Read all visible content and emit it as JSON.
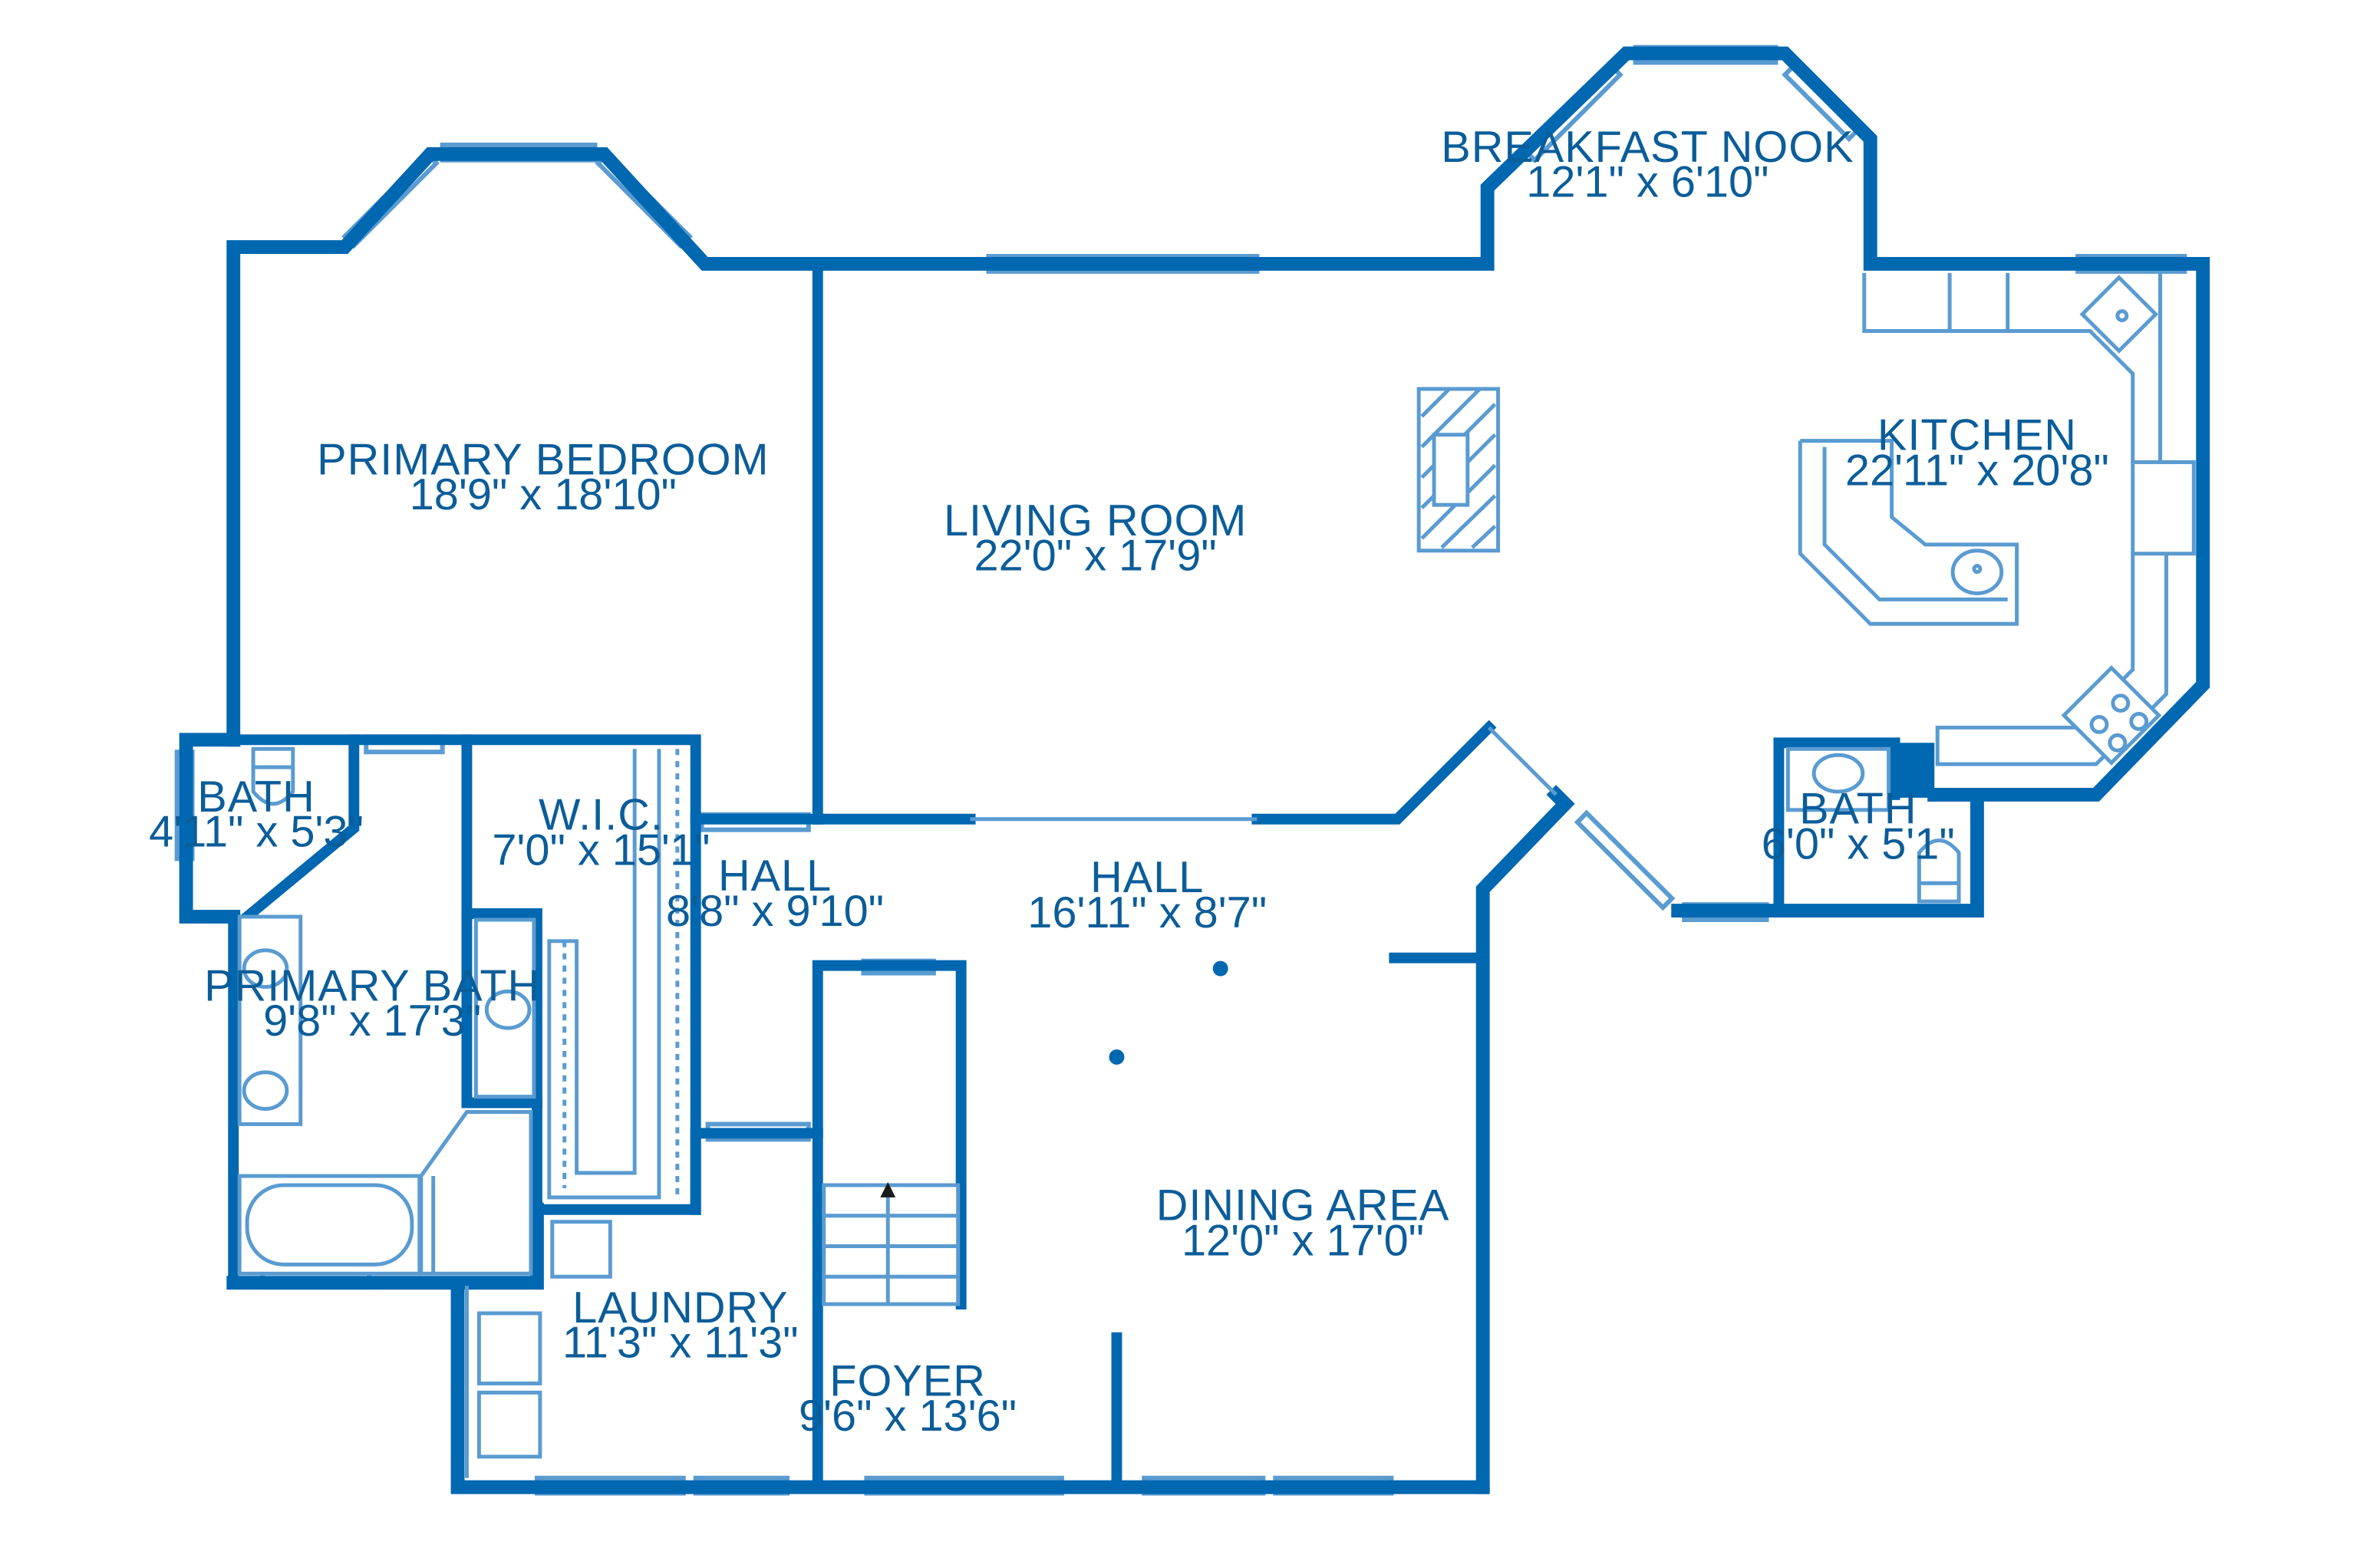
{
  "colors": {
    "wall": "#0067b1",
    "fixture": "#5a9bd1",
    "text": "#0b5d99",
    "background": "#ffffff"
  },
  "rooms": [
    {
      "id": "primary-bedroom",
      "name": "PRIMARY BEDROOM",
      "dims": "18'9\" x 18'10\""
    },
    {
      "id": "living-room",
      "name": "LIVING ROOM",
      "dims": "22'0\" x 17'9\""
    },
    {
      "id": "breakfast-nook",
      "name": "BREAKFAST NOOK",
      "dims": "12'1\" x 6'10\""
    },
    {
      "id": "kitchen",
      "name": "KITCHEN",
      "dims": "22'11\" x 20'8\""
    },
    {
      "id": "bath-left",
      "name": "BATH",
      "dims": "4'11\" x 5'3\""
    },
    {
      "id": "wic",
      "name": "W.I.C.",
      "dims": "7'0\" x 15'1\""
    },
    {
      "id": "hall-left",
      "name": "HALL",
      "dims": "8'8\" x 9'10\""
    },
    {
      "id": "hall-center",
      "name": "HALL",
      "dims": "16'11\" x 8'7\""
    },
    {
      "id": "bath-right",
      "name": "BATH",
      "dims": "6'0\" x 5'1\""
    },
    {
      "id": "primary-bath",
      "name": "PRIMARY BATH",
      "dims": "9'8\" x 17'3\""
    },
    {
      "id": "dining-area",
      "name": "DINING AREA",
      "dims": "12'0\" x 17'0\""
    },
    {
      "id": "laundry",
      "name": "LAUNDRY",
      "dims": "11'3\" x 11'3\""
    },
    {
      "id": "foyer",
      "name": "FOYER",
      "dims": "9'6\" x 13'6\""
    }
  ]
}
